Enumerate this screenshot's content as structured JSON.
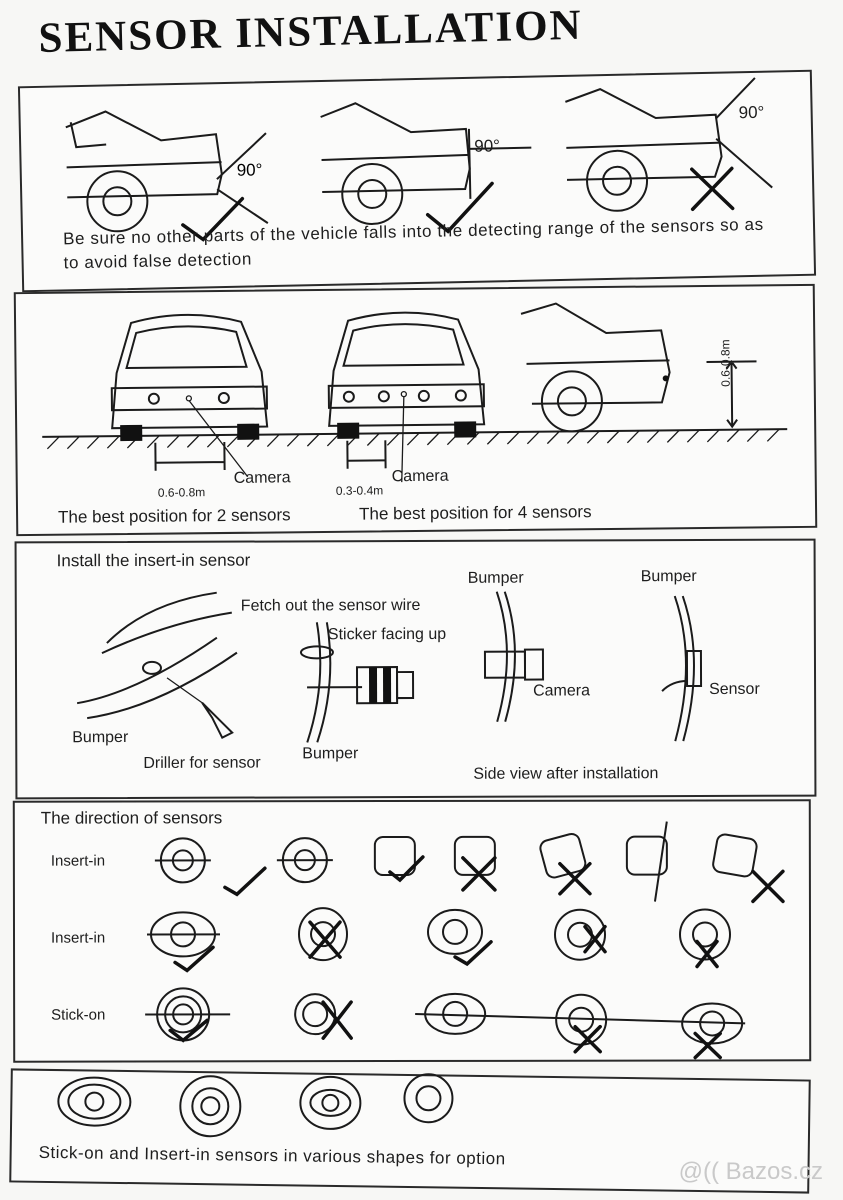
{
  "title": "SENSOR INSTALLATION",
  "panel1": {
    "angle_labels": [
      "90°",
      "90°",
      "90°"
    ],
    "note": "Be sure no other parts of the vehicle falls into the detecting range of the sensors so as to avoid false detection"
  },
  "panel2": {
    "camera_label_1": "Camera",
    "camera_label_2": "Camera",
    "distance_2": "0.6-0.8m",
    "distance_4": "0.3-0.4m",
    "height": "0.6-0.8m",
    "caption_2": "The best position for 2 sensors",
    "caption_4": "The best position for 4 sensors"
  },
  "panel3": {
    "heading": "Install the insert-in sensor",
    "bumper_1": "Bumper",
    "driller": "Driller for sensor",
    "fetch": "Fetch out the sensor wire",
    "sticker": "Sticker facing up",
    "bumper_2": "Bumper",
    "bumper_3": "Bumper",
    "camera": "Camera",
    "bumper_4": "Bumper",
    "sensor": "Sensor",
    "side_view": "Side view after installation"
  },
  "panel4": {
    "heading": "The direction of sensors",
    "rows": [
      "Insert-in",
      "Insert-in",
      "Stick-on"
    ]
  },
  "panel5": {
    "caption": "Stick-on and Insert-in sensors in various shapes for option"
  },
  "watermark": "@(( Bazos.cz"
}
